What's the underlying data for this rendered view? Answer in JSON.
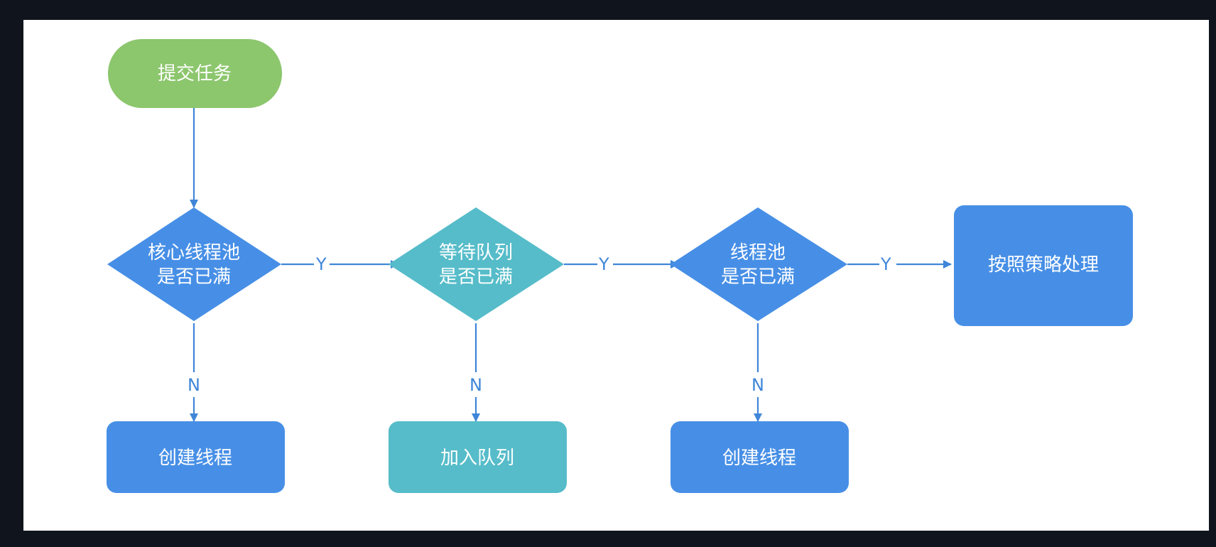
{
  "colors": {
    "frame_background": "#10141c",
    "canvas_background": "#ffffff",
    "start_fill": "#8cc66d",
    "blue_fill": "#478fe6",
    "teal_fill": "#56bcc9",
    "line": "#3f86d8",
    "node_text": "#ffffff"
  },
  "nodes": {
    "start": {
      "label": "提交任务"
    },
    "core_full": {
      "lines": [
        "核心线程池",
        "是否已满"
      ]
    },
    "queue_full": {
      "lines": [
        "等待队列",
        "是否已满"
      ]
    },
    "pool_full": {
      "lines": [
        "线程池",
        "是否已满"
      ]
    },
    "policy": {
      "label": "按照策略处理"
    },
    "create_thread_1": {
      "label": "创建线程"
    },
    "add_queue": {
      "label": "加入队列"
    },
    "create_thread_2": {
      "label": "创建线程"
    }
  },
  "edges": {
    "start_to_core": {
      "label": ""
    },
    "core_yes": {
      "label": "Y"
    },
    "queue_yes": {
      "label": "Y"
    },
    "pool_yes": {
      "label": "Y"
    },
    "core_no": {
      "label": "N"
    },
    "queue_no": {
      "label": "N"
    },
    "pool_no": {
      "label": "N"
    }
  }
}
